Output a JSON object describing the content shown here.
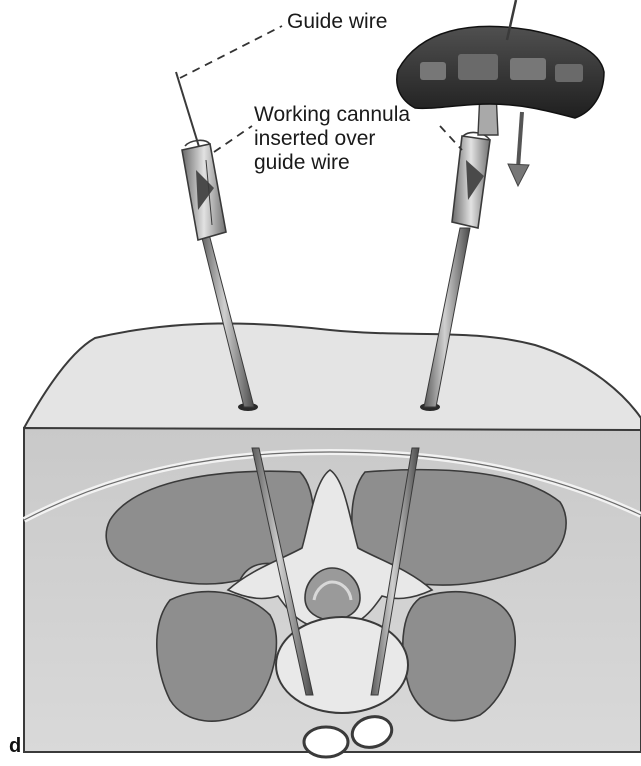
{
  "labels": {
    "guide_wire": "Guide wire",
    "cannula_line1": "Working cannula",
    "cannula_line2": "inserted over",
    "cannula_line3": "guide wire",
    "panel": "d"
  },
  "colors": {
    "tissue_top": "#e2e2e2",
    "tissue_front": "#cfcfcf",
    "bone": "#8b8b8b",
    "bone_light": "#dcdcdc",
    "instrument_dark": "#3a3a3a",
    "instrument_metal": "#9a9a9a"
  }
}
